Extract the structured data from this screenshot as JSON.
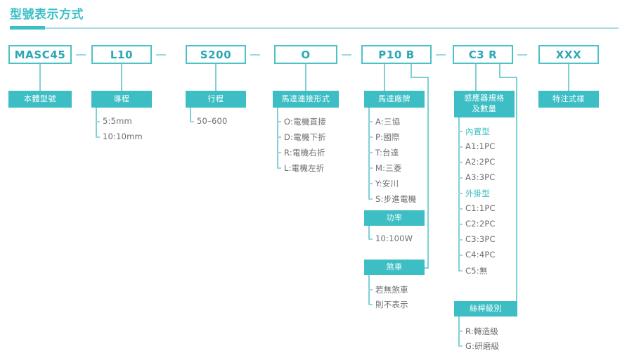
{
  "header": {
    "title": "型號表示方式"
  },
  "code_boxes": [
    {
      "id": "body-model",
      "code": "MASC45"
    },
    {
      "id": "lead",
      "code": "L10"
    },
    {
      "id": "stroke",
      "code": "S200"
    },
    {
      "id": "motor-mount",
      "code": "O"
    },
    {
      "id": "motor-brand",
      "code": "P10 B"
    },
    {
      "id": "sensor",
      "code": "C3 R"
    },
    {
      "id": "custom",
      "code": "XXX"
    }
  ],
  "groups": [
    {
      "id": "body-model",
      "label": "本體型號",
      "options": []
    },
    {
      "id": "lead",
      "label": "導程",
      "options": [
        "5:5mm",
        "10:10mm"
      ]
    },
    {
      "id": "stroke",
      "label": "行程",
      "options": [
        "50–600"
      ]
    },
    {
      "id": "motor-mount",
      "label": "馬達連接形式",
      "options": [
        "O:電機直接",
        "D:電機下折",
        "R:電機右折",
        "L:電機左折"
      ]
    },
    {
      "id": "motor-brand",
      "label": "馬達廠牌",
      "options": [
        "A:三協",
        "P:國際",
        "T:台達",
        "M:三菱",
        "Y:安川",
        "S:步進電機"
      ]
    },
    {
      "id": "power",
      "label": "功率",
      "options": [
        "10:100W"
      ]
    },
    {
      "id": "brake",
      "label": "煞車",
      "options": [
        "若無煞車",
        "則不表示"
      ]
    },
    {
      "id": "sensor",
      "label": "感應器規格\n及數量",
      "options": [
        "內置型",
        "A1:1PC",
        "A2:2PC",
        "A3:3PC",
        "外掛型",
        "C1:1PC",
        "C2:2PC",
        "C3:3PC",
        "C4:4PC",
        "C5:無"
      ]
    },
    {
      "id": "screw-grade",
      "label": "絲桿級別",
      "options": [
        "R:轉造級",
        "G:研磨級"
      ]
    },
    {
      "id": "custom",
      "label": "特注式樣",
      "options": []
    }
  ],
  "colors": {
    "accent": "#3dbec4",
    "accent_dark": "#2da7b5",
    "line": "#7fd0d6",
    "line_light": "#9dd9de",
    "text": "#6d6e71"
  }
}
